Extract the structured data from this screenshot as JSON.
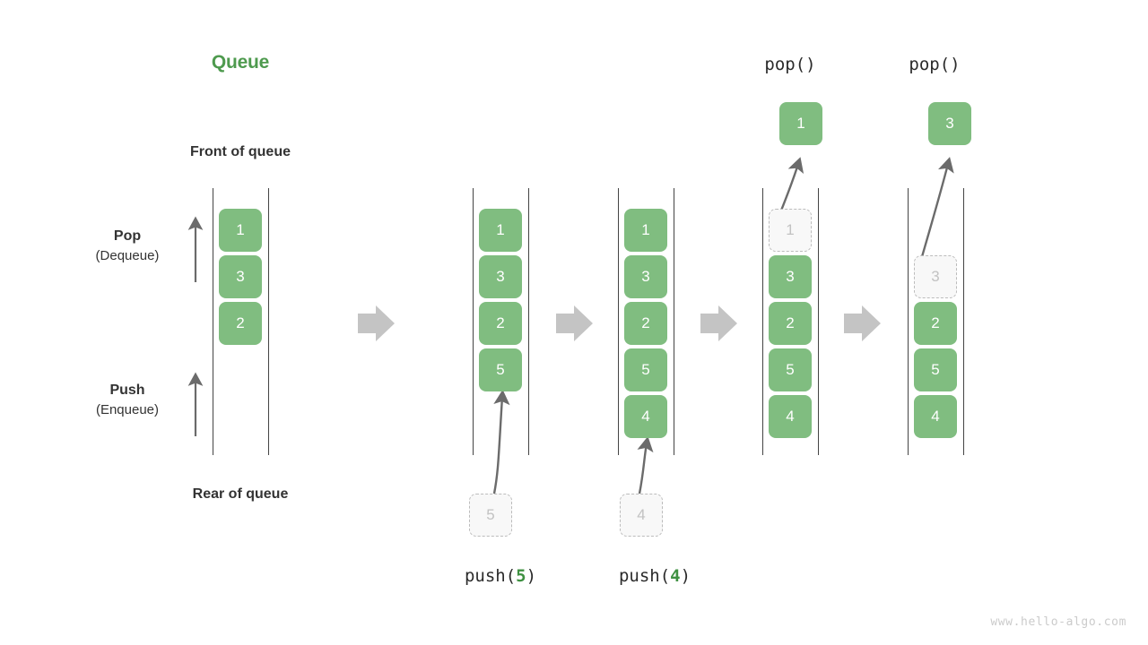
{
  "title": "Queue",
  "labels": {
    "front_of_queue": "Front of queue",
    "rear_of_queue": "Rear of queue",
    "pop_main": "Pop",
    "pop_sub": "(Dequeue)",
    "push_main": "Push",
    "push_sub": "(Enqueue)"
  },
  "colors": {
    "accent_green": "#4e9a4e",
    "cell_green": "#80bd80",
    "ghost_fill": "#f8f8f8",
    "ghost_border": "#bcbcbc",
    "ghost_text": "#c2c2c2",
    "rail": "#444444",
    "arrow_dark": "#6b6b6b",
    "arrow_light": "#c4c4c4",
    "text": "#333333",
    "watermark": "#cbcbcb"
  },
  "stages": [
    {
      "id": "initial",
      "caption": "",
      "cells": [
        "1",
        "3",
        "2"
      ],
      "ghost_index": null,
      "incoming": null,
      "outgoing": null
    },
    {
      "id": "push-5",
      "caption_prefix": "push(",
      "caption_num": "5",
      "caption_suffix": ")",
      "cells": [
        "1",
        "3",
        "2",
        "5"
      ],
      "ghost_index": null,
      "incoming": "5",
      "outgoing": null
    },
    {
      "id": "push-4",
      "caption_prefix": "push(",
      "caption_num": "4",
      "caption_suffix": ")",
      "cells": [
        "1",
        "3",
        "2",
        "5",
        "4"
      ],
      "ghost_index": null,
      "incoming": "4",
      "outgoing": null
    },
    {
      "id": "pop-1",
      "caption": "pop()",
      "cells": [
        "1",
        "3",
        "2",
        "5",
        "4"
      ],
      "ghost_index": 0,
      "incoming": null,
      "outgoing": "1"
    },
    {
      "id": "pop-3",
      "caption": "pop()",
      "cells": [
        "3",
        "2",
        "5",
        "4"
      ],
      "ghost_index": 0,
      "incoming": null,
      "outgoing": "3"
    }
  ],
  "transition_arrows": 4,
  "watermark": "www.hello-algo.com"
}
